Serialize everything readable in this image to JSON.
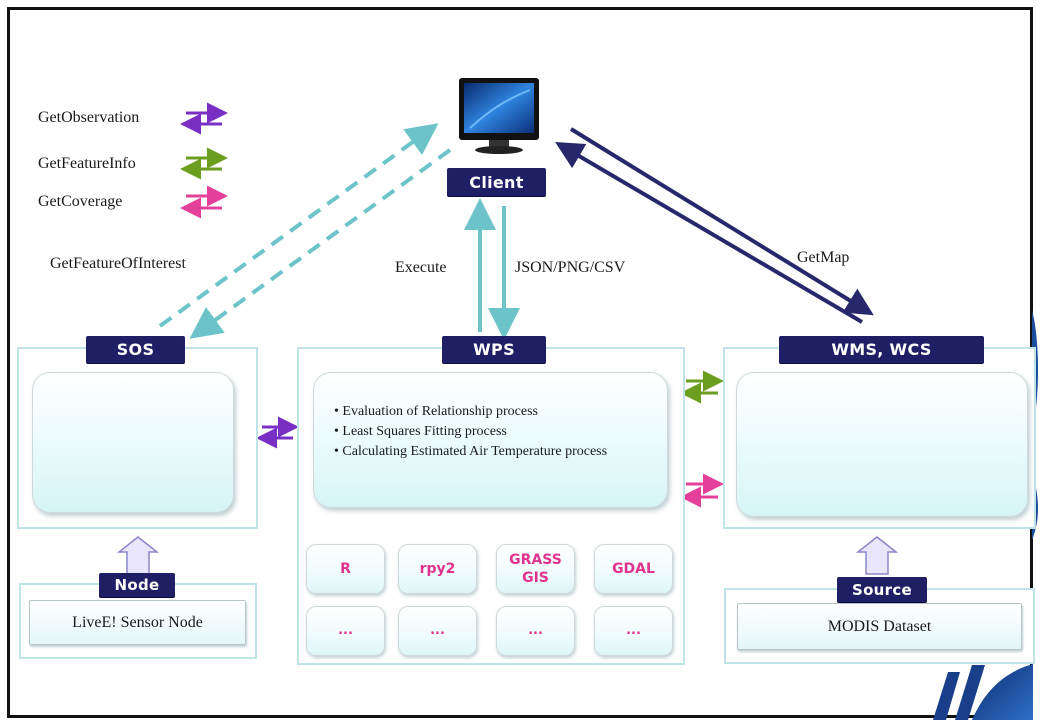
{
  "legend": {
    "items": [
      {
        "label": "GetObservation",
        "color": "#7a2fc4"
      },
      {
        "label": "GetFeatureInfo",
        "color": "#6b9e1f"
      },
      {
        "label": "GetCoverage",
        "color": "#e4409a"
      }
    ]
  },
  "client": {
    "label": "Client",
    "icon": "monitor-icon"
  },
  "edges": {
    "feature_of_interest": "GetFeatureOfInterest",
    "execute": "Execute",
    "output_formats": "JSON/PNG/CSV",
    "get_map": "GetMap"
  },
  "sos": {
    "title": "SOS",
    "icon": "database-icon"
  },
  "wps": {
    "title": "WPS",
    "processes": [
      "• Evaluation of Relationship process",
      "• Least Squares Fitting process",
      "• Calculating Estimated Air Temperature process"
    ],
    "tools": [
      "R",
      "rpy2",
      "GRASS GIS",
      "GDAL",
      "...",
      "...",
      "...",
      "..."
    ]
  },
  "wms": {
    "title": "WMS, WCS",
    "image": "map-image"
  },
  "node": {
    "badge": "Node",
    "label": "LiveE! Sensor Node"
  },
  "source": {
    "badge": "Source",
    "label": "MODIS Dataset"
  },
  "colors": {
    "badge": "#1f1f66",
    "teal_arrow": "#6cc4c8",
    "navy_arrow": "#27286b",
    "panel_border": "#bfe3e6",
    "tool_text": "#e0338d"
  }
}
